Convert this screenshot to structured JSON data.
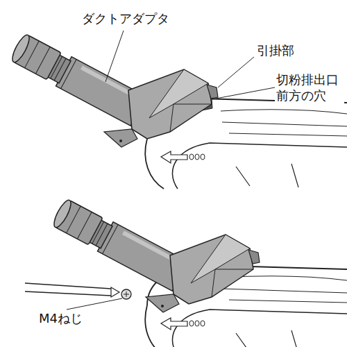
{
  "diagram": {
    "labels": [
      "ダクトアダプタ",
      "引掛部",
      "切粉排出口 前方の穴",
      "M4ねじ"
    ]
  }
}
